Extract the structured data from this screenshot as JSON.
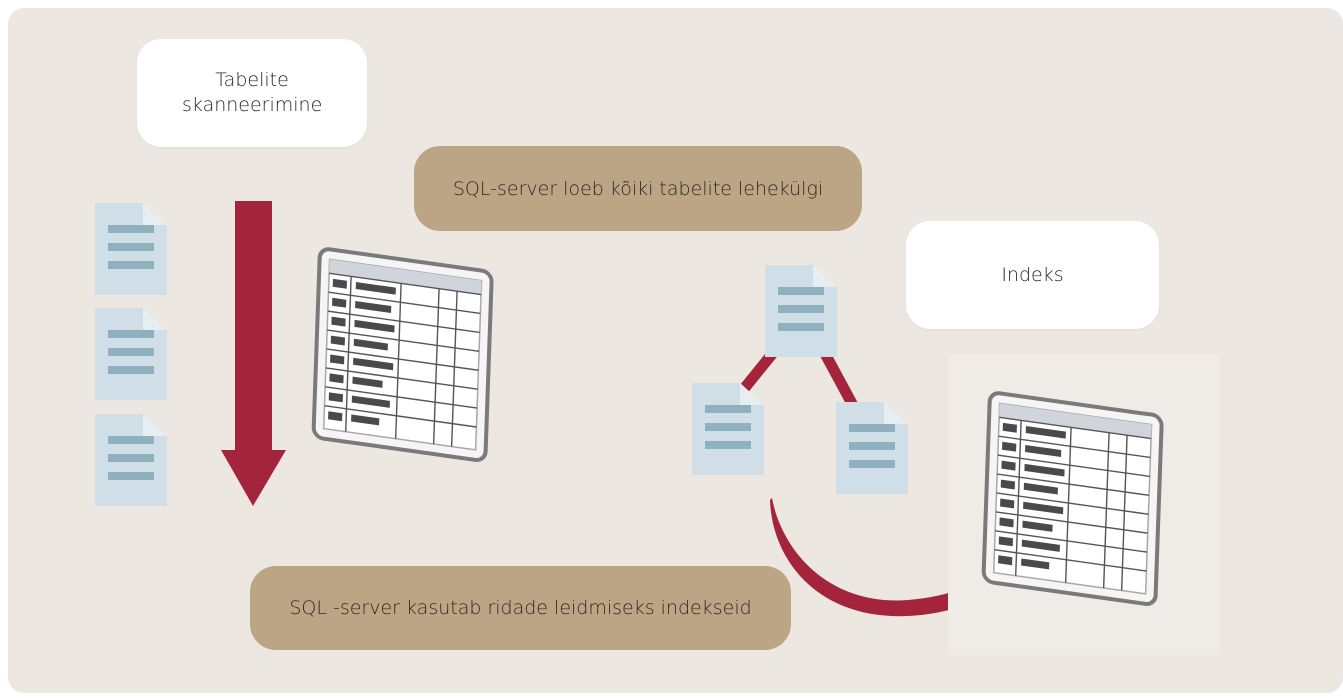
{
  "labels": {
    "table_scan": "Tabelite skanneerimine",
    "reads_all_pages": "SQL-server loeb kõiki tabelite lehekülgi",
    "index": "Indeks",
    "uses_indexes": "SQL -server kasutab ridade leidmiseks indekseid"
  },
  "colors": {
    "panel_background": "#ede7e1",
    "label_box_white": "#ffffff",
    "label_box_tan": "#bba584",
    "arrow": "#a4243b",
    "page_icon": "#cfdee7",
    "page_icon_lines": "#8fb0be",
    "table_frame": "#7a7a7a"
  },
  "icons": {
    "page": "document-page-icon",
    "table": "data-table-icon"
  }
}
